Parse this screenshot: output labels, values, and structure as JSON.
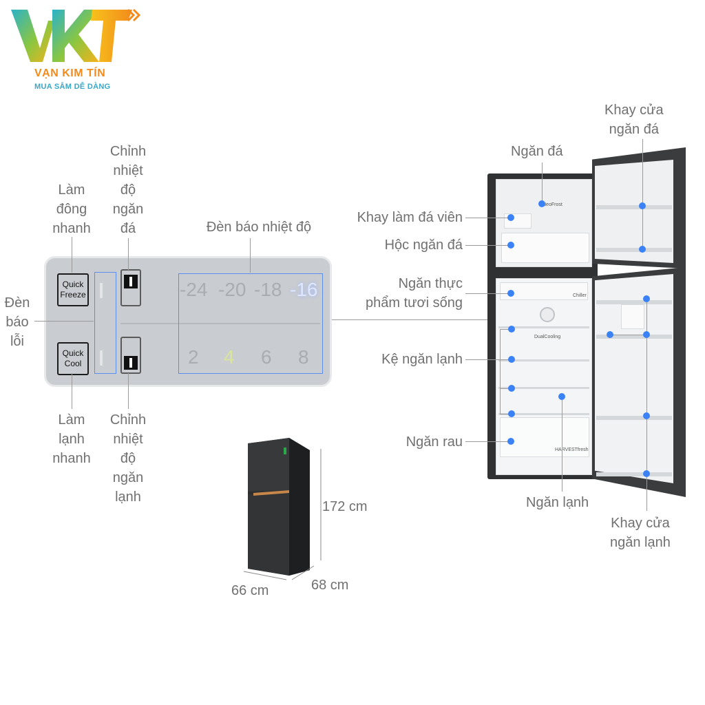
{
  "brand": {
    "logo_text": "VKT",
    "name": "VẠN KIM TÍN",
    "tagline": "MUA SẮM DỄ DÀNG"
  },
  "panel": {
    "quick_freeze": [
      "Quick",
      "Freeze"
    ],
    "quick_cool": [
      "Quick",
      "Cool"
    ],
    "freezer_temps": [
      "-24",
      "-20",
      "-18",
      "-16"
    ],
    "freezer_active": "-16",
    "fridge_temps": [
      "2",
      "4",
      "6",
      "8"
    ],
    "fridge_active": "4"
  },
  "panel_labels": {
    "quick_freeze": "Làm\nđông\nnhanh",
    "freezer_adjust": "Chỉnh\nnhiệt\nđộ\nngăn\nđá",
    "temp_indicator": "Đèn báo nhiệt độ",
    "error_light": "Đèn\nbáo\nlỗi",
    "quick_cool": "Làm\nlạnh\nnhanh",
    "fridge_adjust": "Chỉnh\nnhiệt\nđộ\nngăn\nlạnh"
  },
  "fridge_labels": {
    "freezer": "Ngăn đá",
    "freezer_door_tray": "Khay cửa\nngăn đá",
    "ice_tray": "Khay làm đá viên",
    "freezer_drawer": "Hộc ngăn đá",
    "fresh_food": "Ngăn thực\nphẩm tươi sống",
    "fridge_shelf": "Kệ ngăn lạnh",
    "vegetable": "Ngăn rau",
    "fridge": "Ngăn lạnh",
    "fridge_door_tray": "Khay cửa\nngăn lạnh"
  },
  "fridge_print": {
    "neofrost": "NeoFrost",
    "dual_cooling": "DualCooling",
    "harvest": "HARVESTfresh",
    "chiller": "Chiller"
  },
  "dimensions": {
    "height": "172 cm",
    "width": "66 cm",
    "depth": "68 cm"
  },
  "colors": {
    "accent_blue": "#3b82f6",
    "brand_orange": "#f28b1c",
    "brand_teal": "#3aa7c8",
    "fridge_body": "#2f3133"
  }
}
